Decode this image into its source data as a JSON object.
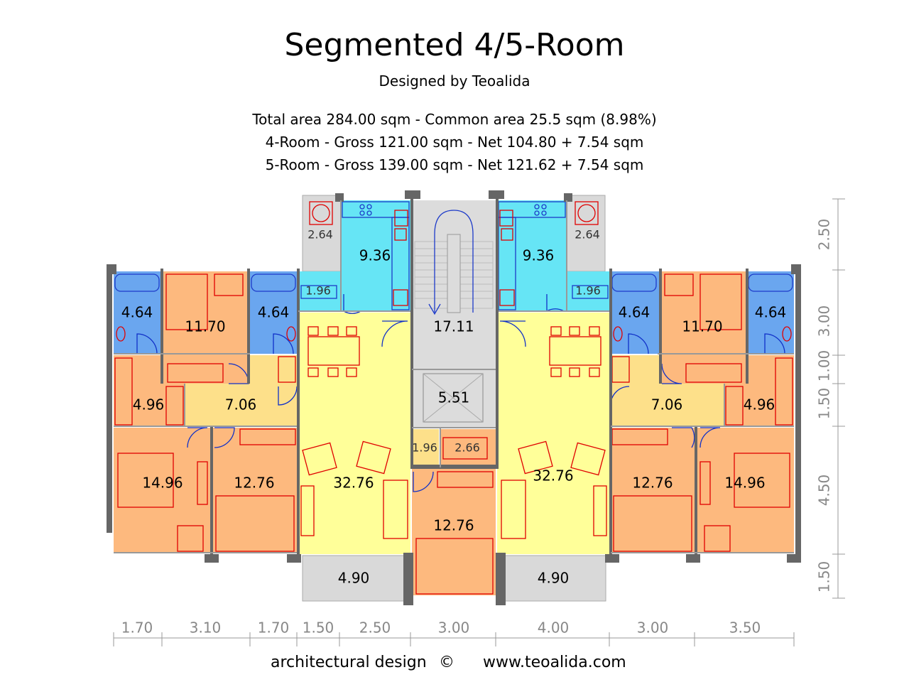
{
  "header": {
    "title": "Segmented 4/5-Room",
    "subtitle": "Designed by Teoalida",
    "stats": [
      "Total area 284.00 sqm - Common area 25.5 sqm (8.98%)",
      "4-Room - Gross 121.00 sqm - Net 104.80 + 7.54 sqm",
      "5-Room - Gross 139.00 sqm - Net 121.62 + 7.54 sqm"
    ]
  },
  "colors": {
    "bedroom": "#fdb97e",
    "living": "#ffff99",
    "hall": "#fde08a",
    "bathroom": "#6aa6ef",
    "kitchen": "#66e5f5",
    "common": "#d9d9d9",
    "wall": "#666666",
    "furniture": "#e00000",
    "door": "#1030c8"
  },
  "rooms": {
    "left_bath_1": "4.64",
    "left_bedroom_top": "11.70",
    "left_bath_2": "4.64",
    "left_storage": "4.96",
    "left_hall": "7.06",
    "left_bedroom_main": "14.96",
    "left_bedroom_mid": "12.76",
    "left_balcony_corner": "2.64",
    "left_kitchen": "9.36",
    "left_wc": "1.96",
    "left_living": "32.76",
    "left_balcony_bottom": "4.90",
    "stair": "17.11",
    "elevator": "5.51",
    "center_wc": "1.96",
    "center_storage": "2.66",
    "center_bedroom": "12.76",
    "right_balcony_corner": "2.64",
    "right_kitchen": "9.36",
    "right_wc": "1.96",
    "right_living": "32.76",
    "right_balcony_bottom": "4.90",
    "right_bath_1": "4.64",
    "right_bedroom_top": "11.70",
    "right_bath_2": "4.64",
    "right_hall": "7.06",
    "right_storage": "4.96",
    "right_bedroom_mid": "12.76",
    "right_bedroom_main": "14.96"
  },
  "dimensions": {
    "bottom": [
      "1.70",
      "3.10",
      "1.70",
      "1.50",
      "2.50",
      "3.00",
      "4.00",
      "3.00",
      "3.50"
    ],
    "right": [
      "2.50",
      "3.00",
      "1.00",
      "1.50",
      "4.50",
      "1.50"
    ]
  },
  "footer": {
    "left_text": "architectural design",
    "copyright_symbol": "©",
    "right_text": "www.teoalida.com"
  }
}
